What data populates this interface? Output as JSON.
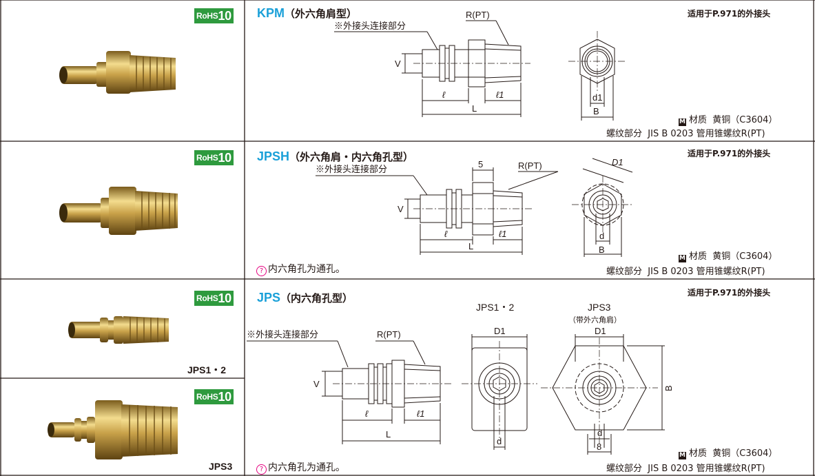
{
  "rows": [
    {
      "rohs": {
        "prefix": "RoHS",
        "num": "10"
      },
      "code": "KPM",
      "title_suffix": "（外六角肩型）",
      "applicable": {
        "pre": "适用于",
        "ref": "P.971",
        "post": "的外接头"
      },
      "connection_note": "※外接头连接部分",
      "thread_label": "R(PT)",
      "dims": {
        "v": "V",
        "l": "ℓ",
        "l1": "ℓ1",
        "L": "L",
        "d1": "d1",
        "B": "B"
      },
      "material": {
        "icon": "M",
        "label": "材质",
        "value": "黄铜（C3604）"
      },
      "thread_spec": {
        "label": "螺纹部分",
        "value": "JIS B 0203 管用锥螺纹R(PT)"
      }
    },
    {
      "rohs": {
        "prefix": "RoHS",
        "num": "10"
      },
      "code": "JPSH",
      "title_suffix": "（外六角肩・内六角孔型）",
      "applicable": {
        "pre": "适用于",
        "ref": "P.971",
        "post": "的外接头"
      },
      "connection_note": "※外接头连接部分",
      "thread_label": "R(PT)",
      "dims": {
        "five": "5",
        "v": "V",
        "l": "ℓ",
        "l1": "ℓ1",
        "L": "L",
        "D1": "D1",
        "d": "d",
        "B": "B"
      },
      "note": {
        "icon": "?",
        "text": "内六角孔为通孔。"
      },
      "material": {
        "icon": "M",
        "label": "材质",
        "value": "黄铜（C3604）"
      },
      "thread_spec": {
        "label": "螺纹部分",
        "value": "JIS B 0203 管用锥螺纹R(PT)"
      }
    },
    {
      "rohs_a": {
        "prefix": "RoHS",
        "num": "10"
      },
      "rohs_b": {
        "prefix": "RoHS",
        "num": "10"
      },
      "label_a": "JPS1・2",
      "label_b": "JPS3",
      "code": "JPS",
      "title_suffix": "（内六角孔型）",
      "applicable": {
        "pre": "适用于",
        "ref": "P.971",
        "post": "的外接头"
      },
      "connection_note": "※外接头连接部分",
      "thread_label": "R(PT)",
      "view_a_title": "JPS1・2",
      "view_b_title": "JPS3",
      "view_b_subtitle": "（带外六角肩）",
      "dims": {
        "v": "V",
        "l": "ℓ",
        "l1": "ℓ1",
        "L": "L",
        "D1a": "D1",
        "da": "d",
        "D1b": "D1",
        "db": "d",
        "eight": "8",
        "B": "B"
      },
      "note": {
        "icon": "?",
        "text": "内六角孔为通孔。"
      },
      "material": {
        "icon": "M",
        "label": "材质",
        "value": "黄铜（C3604）"
      },
      "thread_spec": {
        "label": "螺纹部分",
        "value": "JIS B 0203 管用锥螺纹R(PT)"
      }
    }
  ],
  "colors": {
    "accent": "#1aa0d8",
    "rohs": "#2e9a3e",
    "note": "#e4007f",
    "brass": "#c9a24a"
  }
}
